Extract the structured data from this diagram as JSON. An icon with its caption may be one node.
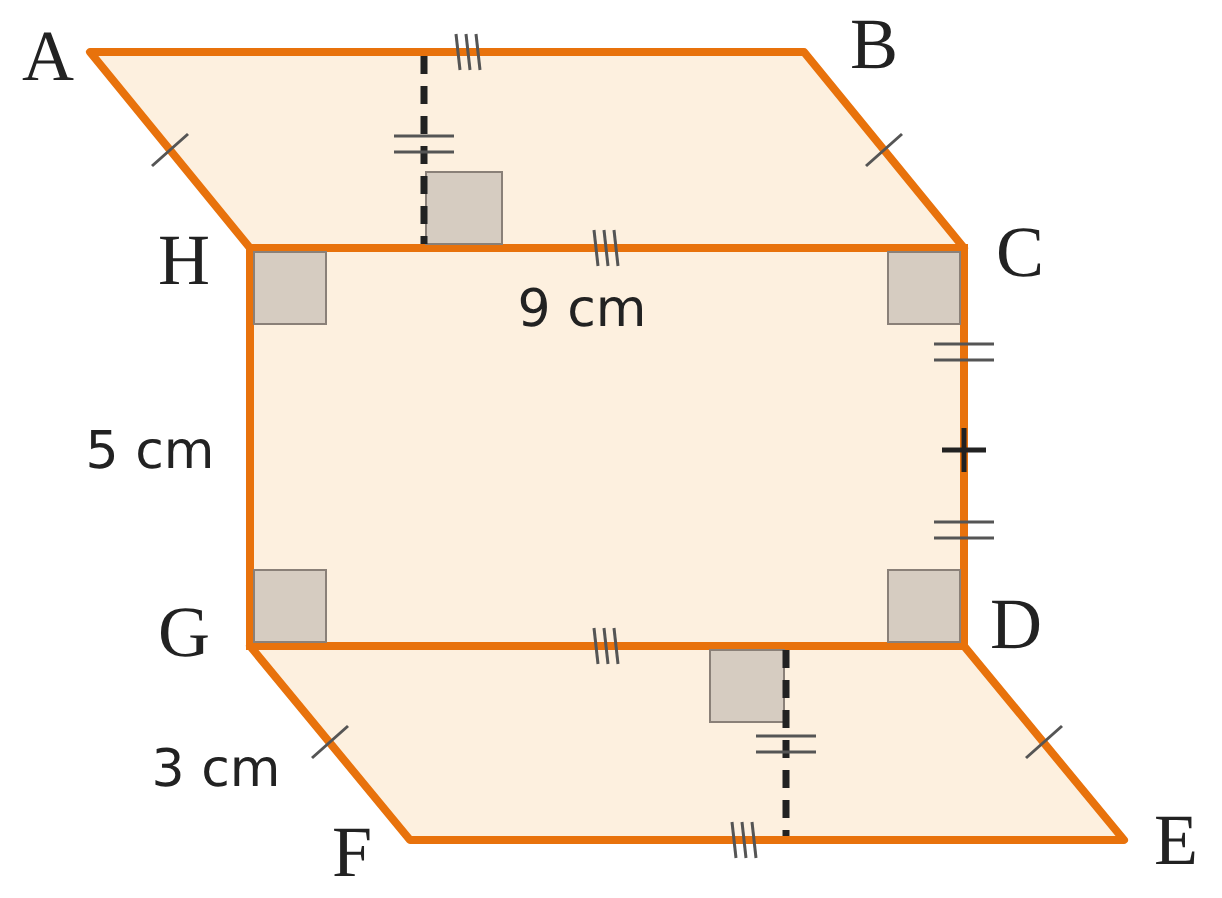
{
  "diagram": {
    "labels": [
      "A",
      "B",
      "H",
      "9 cm",
      "C",
      "5 cm",
      "G",
      "D",
      "3 cm",
      "F",
      "E"
    ]
  }
}
